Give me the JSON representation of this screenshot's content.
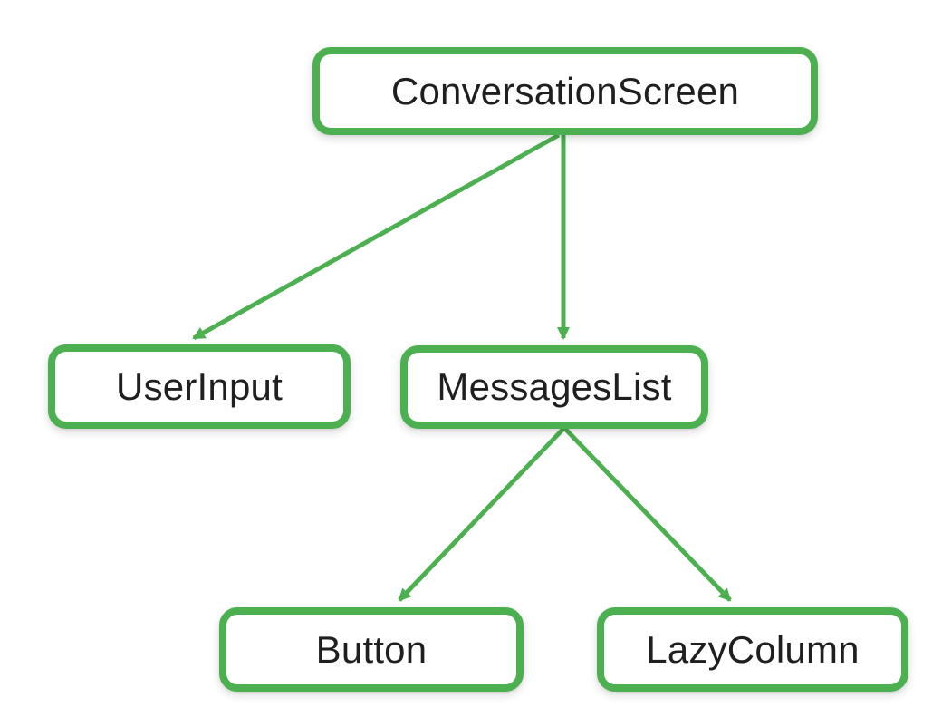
{
  "diagram": {
    "type": "tree",
    "nodes": [
      {
        "id": "conversation-screen",
        "label": "ConversationScreen"
      },
      {
        "id": "user-input",
        "label": "UserInput"
      },
      {
        "id": "messages-list",
        "label": "MessagesList"
      },
      {
        "id": "button",
        "label": "Button"
      },
      {
        "id": "lazy-column",
        "label": "LazyColumn"
      }
    ],
    "edges": [
      {
        "from": "ConversationScreen",
        "to": "UserInput"
      },
      {
        "from": "ConversationScreen",
        "to": "MessagesList"
      },
      {
        "from": "MessagesList",
        "to": "Button"
      },
      {
        "from": "MessagesList",
        "to": "LazyColumn"
      }
    ],
    "colors": {
      "node_border": "#4CAF50",
      "node_fill": "#FFFFFF",
      "arrow": "#4CAF50",
      "text": "#1F1F1F",
      "background": "#FFFFFF"
    }
  }
}
